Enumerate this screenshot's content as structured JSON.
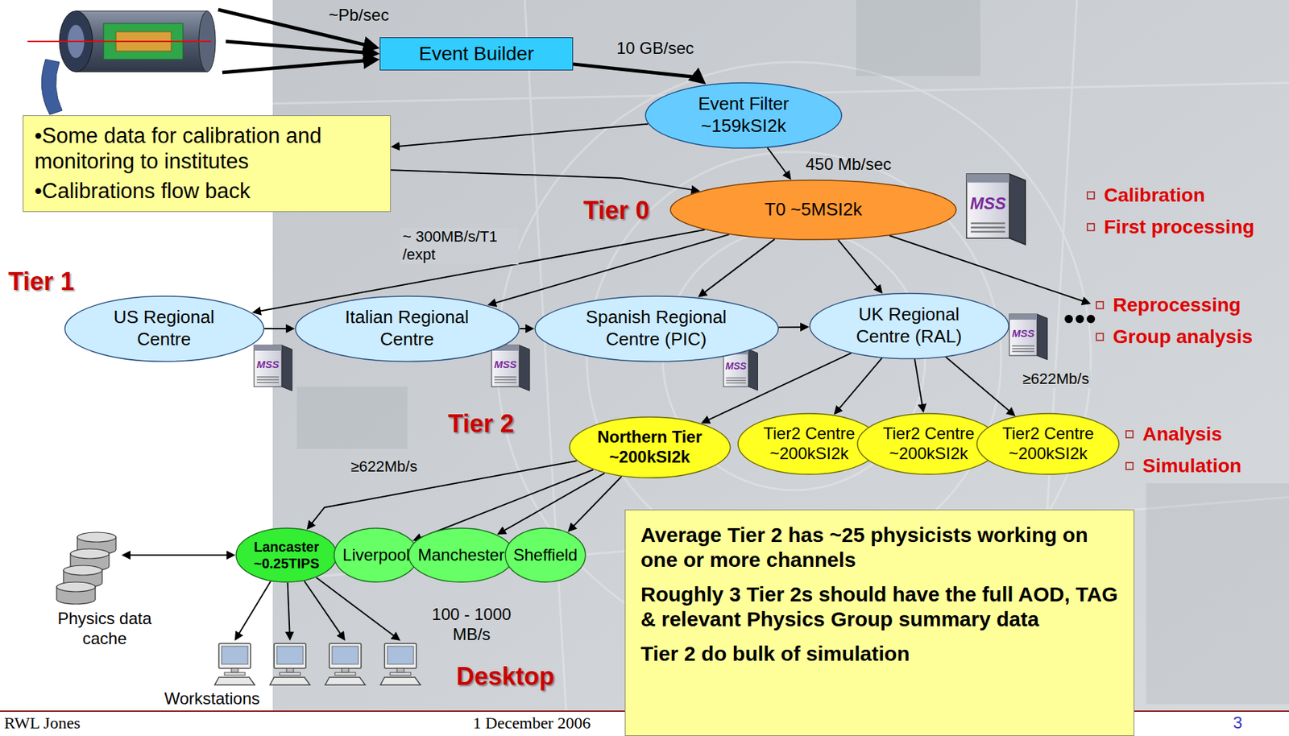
{
  "diagram": {
    "nodes": [
      {
        "text": [
          "Event Builder"
        ]
      },
      {
        "text": [
          "Event Filter",
          "~159kSI2k"
        ]
      },
      {
        "text": [
          "•Some data for calibration and monitoring to institutes",
          "•Calibrations flow back"
        ]
      },
      {
        "text": [
          "T0 ~5MSI2k"
        ]
      },
      {
        "text": [
          "US Regional Centre"
        ]
      },
      {
        "text": [
          "Italian Regional Centre"
        ]
      },
      {
        "text": [
          "Spanish Regional Centre (PIC)"
        ]
      },
      {
        "text": [
          "UK Regional Centre (RAL)"
        ]
      },
      {
        "text": [
          "Northern Tier",
          "~200kSI2k"
        ]
      },
      {
        "text": [
          "Tier2 Centre",
          "~200kSI2k"
        ]
      },
      {
        "text": [
          "Tier2 Centre",
          "~200kSI2k"
        ]
      },
      {
        "text": [
          "Tier2 Centre",
          "~200kSI2k"
        ]
      },
      {
        "text": [
          "Lancaster",
          "~0.25TIPS"
        ]
      },
      {
        "text": [
          "Liverpool"
        ]
      },
      {
        "text": [
          "Manchester"
        ]
      },
      {
        "text": [
          "Sheffield"
        ]
      },
      {
        "text": [
          "Average Tier 2 has ~25 physicists working on one or more channels",
          "Roughly 3 Tier 2s should have the full AOD, TAG & relevant Physics Group summary data",
          "Tier 2 do bulk of simulation"
        ]
      }
    ],
    "edges": [
      {
        "from": 0,
        "to": 1,
        "arrow": "to"
      },
      {
        "from": 1,
        "to": 2,
        "arrow": "to"
      },
      {
        "from": 2,
        "to": 3,
        "arrow": "to"
      },
      {
        "from": 1,
        "to": 3,
        "arrow": "to"
      },
      {
        "from": 3,
        "to": 4,
        "arrow": "to"
      },
      {
        "from": 3,
        "to": 5,
        "arrow": "to"
      },
      {
        "from": 3,
        "to": 6,
        "arrow": "to"
      },
      {
        "from": 3,
        "to": 7,
        "arrow": "to"
      },
      {
        "from": 4,
        "to": 5,
        "arrow": "to"
      },
      {
        "from": 5,
        "to": 6,
        "arrow": "to"
      },
      {
        "from": 6,
        "to": 7,
        "arrow": "to"
      },
      {
        "from": 7,
        "to": 8,
        "arrow": "to"
      },
      {
        "from": 7,
        "to": 9,
        "arrow": "to"
      },
      {
        "from": 7,
        "to": 10,
        "arrow": "to"
      },
      {
        "from": 7,
        "to": 11,
        "arrow": "to"
      },
      {
        "from": 8,
        "to": 12,
        "arrow": "to"
      },
      {
        "from": 8,
        "to": 13,
        "arrow": "to"
      },
      {
        "from": 8,
        "to": 14,
        "arrow": "to"
      },
      {
        "from": 8,
        "to": 15,
        "arrow": "to"
      }
    ],
    "labels": [
      "~Pb/sec",
      "10 GB/sec",
      "450 Mb/sec",
      "Tier 0",
      "MSS",
      "Calibration",
      "First processing",
      "~ 300MB/s/T1 /expt",
      "Tier 1",
      "MSS",
      "MSS",
      "MSS",
      "MSS",
      "Reprocessing",
      "Group analysis",
      "≥622Mb/s",
      "Tier 2",
      "Analysis",
      "Simulation",
      "≥622Mb/s",
      "Physics data cache",
      "100 - 1000 MB/s",
      "Desktop",
      "Workstations",
      "RWL Jones",
      "1 December 2006",
      "3"
    ]
  }
}
